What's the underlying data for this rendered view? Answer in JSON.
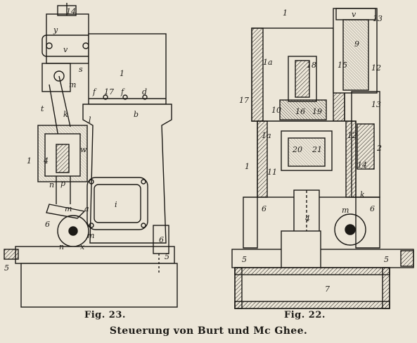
{
  "figures": [
    {
      "label": "Fig. 23."
    },
    {
      "label": "Fig. 22."
    }
  ],
  "caption": "Steuerung von Burt und Mc Ghee.",
  "fig23_labels": [
    "14",
    "1",
    "y",
    "v",
    "s",
    "m",
    "f",
    "17",
    "f",
    "d",
    "b",
    "t",
    "k",
    "l",
    "i",
    "w",
    "n",
    "p",
    "m",
    "a",
    "6",
    "n",
    "m",
    "x",
    "6",
    "5",
    "5",
    "1",
    "4"
  ],
  "fig22_labels": [
    "v",
    "1",
    "13",
    "1a",
    "18",
    "15",
    "9",
    "12",
    "17",
    "10",
    "16",
    "19",
    "13",
    "20",
    "21",
    "12",
    "2",
    "14",
    "1a",
    "11",
    "1",
    "6",
    "4",
    "k",
    "m",
    "6",
    "5",
    "5",
    "7"
  ]
}
